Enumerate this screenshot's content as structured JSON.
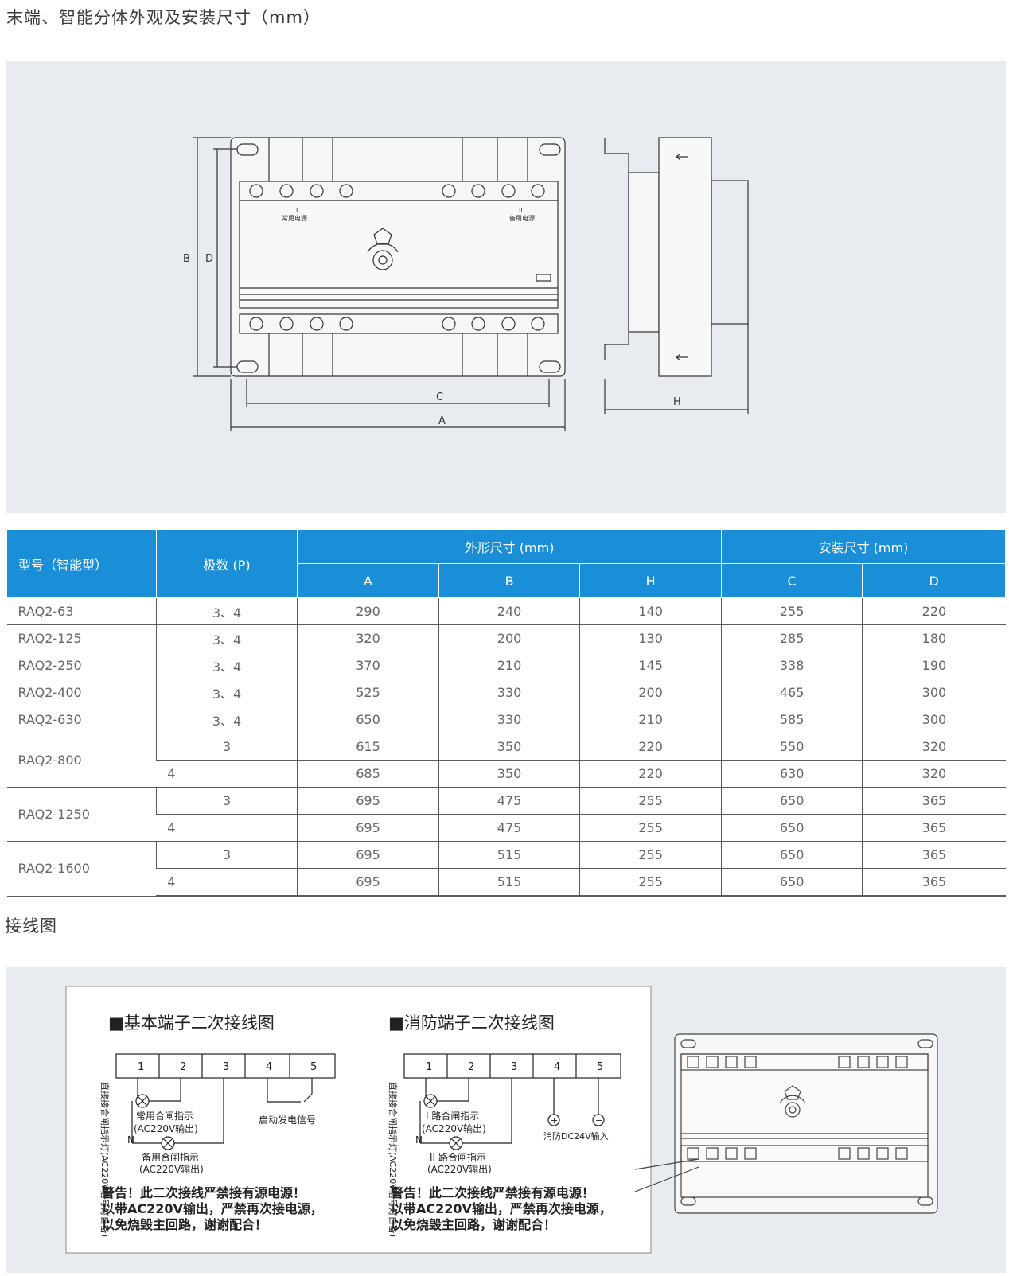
{
  "title": "末端、智能分体外观及安装尺寸（mm）",
  "drawing": {
    "labels": {
      "A": "A",
      "B": "B",
      "C": "C",
      "D": "D",
      "H": "H"
    },
    "power_normal": "常用电源",
    "power_backup": "备用电源",
    "roman_1": "I",
    "roman_2": "II"
  },
  "table": {
    "model_header": "型号（智能型）",
    "poles_header": "极数 (P)",
    "outer_header": "外形尺寸 (mm)",
    "install_header": "安装尺寸 (mm)",
    "sub_headers": [
      "A",
      "B",
      "H",
      "C",
      "D"
    ],
    "rows": [
      {
        "model": "RAQ2-63",
        "poles": "3、4",
        "A": "290",
        "B": "240",
        "H": "140",
        "C": "255",
        "D": "220"
      },
      {
        "model": "RAQ2-125",
        "poles": "3、4",
        "A": "320",
        "B": "200",
        "H": "130",
        "C": "285",
        "D": "180"
      },
      {
        "model": "RAQ2-250",
        "poles": "3、4",
        "A": "370",
        "B": "210",
        "H": "145",
        "C": "338",
        "D": "190"
      },
      {
        "model": "RAQ2-400",
        "poles": "3、4",
        "A": "525",
        "B": "330",
        "H": "200",
        "C": "465",
        "D": "300"
      },
      {
        "model": "RAQ2-630",
        "poles": "3、4",
        "A": "650",
        "B": "330",
        "H": "210",
        "C": "585",
        "D": "300"
      }
    ],
    "groups": [
      {
        "model": "RAQ2-800",
        "rows": [
          {
            "poles": "3",
            "A": "615",
            "B": "350",
            "H": "220",
            "C": "550",
            "D": "320"
          },
          {
            "poles": "4",
            "A": "685",
            "B": "350",
            "H": "220",
            "C": "630",
            "D": "320"
          }
        ]
      },
      {
        "model": "RAQ2-1250",
        "rows": [
          {
            "poles": "3",
            "A": "695",
            "B": "475",
            "H": "255",
            "C": "650",
            "D": "365"
          },
          {
            "poles": "4",
            "A": "695",
            "B": "475",
            "H": "255",
            "C": "650",
            "D": "365"
          }
        ]
      },
      {
        "model": "RAQ2-1600",
        "rows": [
          {
            "poles": "3",
            "A": "695",
            "B": "515",
            "H": "255",
            "C": "650",
            "D": "365"
          },
          {
            "poles": "4",
            "A": "695",
            "B": "515",
            "H": "255",
            "C": "650",
            "D": "365"
          }
        ]
      }
    ]
  },
  "wiring_title": "接线图",
  "wiring": {
    "basic": {
      "title": "■基本端子二次接线图",
      "terminals": [
        "1",
        "2",
        "3",
        "4",
        "5"
      ],
      "side_label": "直接接合闸指示灯(AC220V信号灯自备)",
      "normal_indicator": "常用合闸指示",
      "normal_output": "(AC220V输出)",
      "backup_indicator": "备用合闸指示",
      "backup_output": "(AC220V输出)",
      "n_label": "N",
      "generator_signal": "启动发电信号"
    },
    "fire": {
      "title": "■消防端子二次接线图",
      "terminals": [
        "1",
        "2",
        "3",
        "4",
        "5"
      ],
      "side_label": "直接接合闸指示灯(AC220V信号灯自备)",
      "line1_indicator": "I 路合闸指示",
      "line1_output": "(AC220V输出)",
      "line2_indicator": "II 路合闸指示",
      "line2_output": "(AC220V输出)",
      "n_label": "N",
      "plus": "+",
      "minus": "−",
      "dc_input": "消防DC24V输入"
    },
    "warning_lines": [
      "警告！此二次接线严禁接有源电源！",
      "以带AC220V输出，严禁再次接电源，",
      "以免烧毁主回路，谢谢配合！"
    ]
  }
}
